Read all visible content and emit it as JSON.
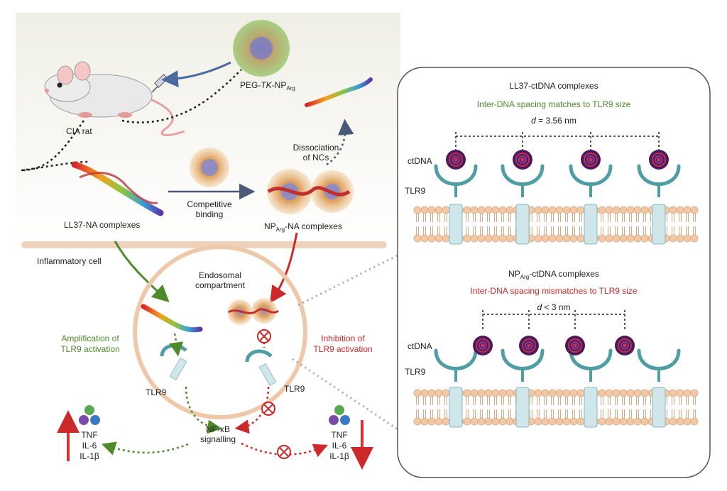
{
  "left": {
    "nanoparticle_label_prefix": "PEG-",
    "nanoparticle_label_tk": "TK",
    "nanoparticle_label_np": "-NP",
    "nanoparticle_label_sub": "Arg",
    "rat_label": "CIA rat",
    "dissociation_label_1": "Dissociation",
    "dissociation_label_2": "of NCs",
    "competitive_label_1": "Competitive",
    "competitive_label_2": "binding",
    "ll37_label": "LL37-NA complexes",
    "np_na_label_prefix": "NP",
    "np_na_label_sub": "Arg",
    "np_na_label_suffix": "-NA complexes",
    "cell_label": "Inflammatory cell",
    "endosome_label_1": "Endosomal",
    "endosome_label_2": "compartment",
    "amplification_label_1": "Amplification of",
    "amplification_label_2": "TLR9 activation",
    "inhibition_label_1": "Inhibition of",
    "inhibition_label_2": "TLR9 activation",
    "tlr9_left": "TLR9",
    "tlr9_right": "TLR9",
    "nfkb_label_1": "NF-κB",
    "nfkb_label_2": "signalling",
    "cytokines_left": [
      "TNF",
      "IL-6",
      "IL-1β"
    ],
    "cytokines_right": [
      "TNF",
      "IL-6",
      "IL-1β"
    ]
  },
  "right": {
    "top_title": "LL37-ctDNA complexes",
    "top_subtitle": "Inter-DNA spacing matches to TLR9 size",
    "top_distance_d": "d",
    "top_distance_value": " = 3.56 nm",
    "top_ctdna": "ctDNA",
    "top_tlr9": "TLR9",
    "bottom_title_prefix": "NP",
    "bottom_title_sub": "Arg",
    "bottom_title_suffix": "-ctDNA complexes",
    "bottom_subtitle": "Inter-DNA spacing mismatches to TLR9 size",
    "bottom_distance_d": "d",
    "bottom_distance_value": " < 3 nm",
    "bottom_ctdna": "ctDNA",
    "bottom_tlr9": "TLR9"
  },
  "colors": {
    "green": "#4f8a2a",
    "red": "#cc2a2a",
    "teal": "#4f9ea4",
    "membrane": "#f3c8a4",
    "endosome": "#efc7a9",
    "dna": "#4a1a5a"
  }
}
